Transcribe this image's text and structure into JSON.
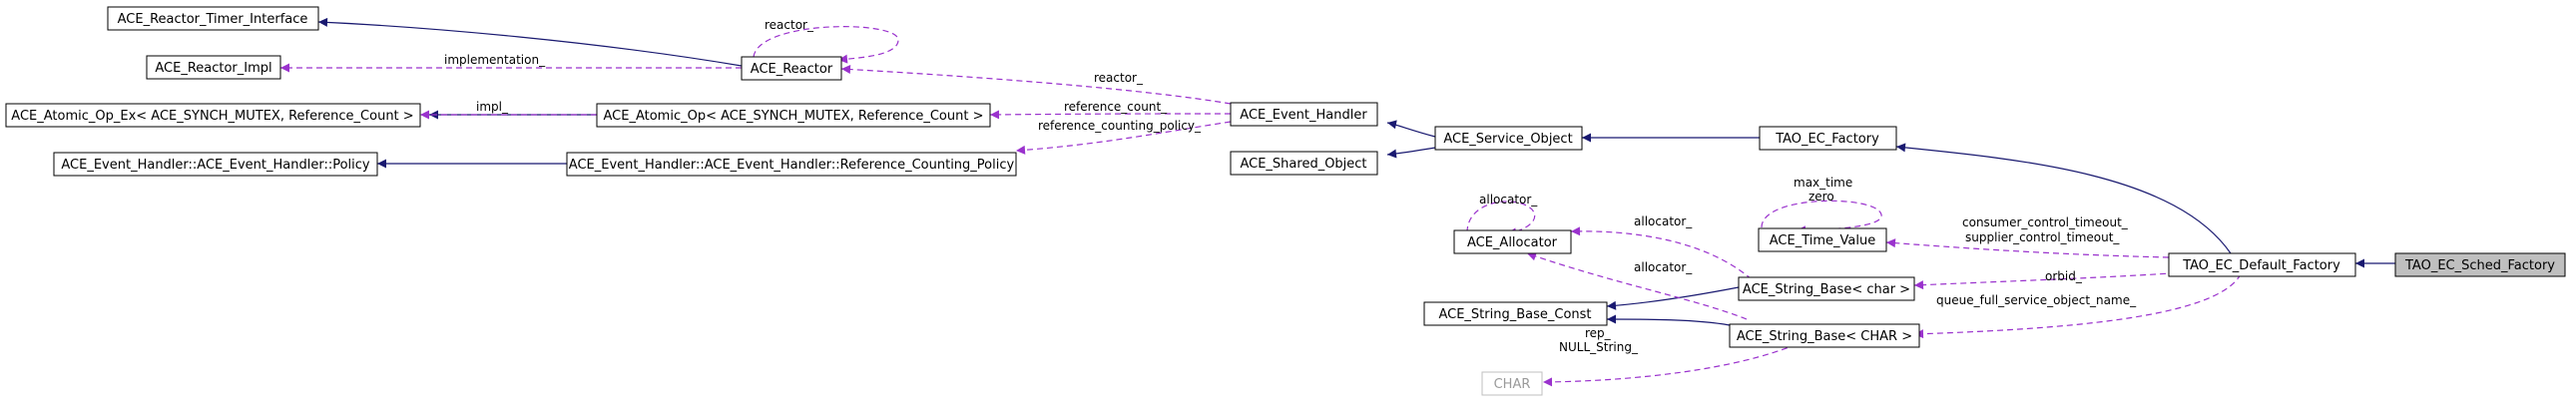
{
  "nodes": [
    {
      "id": "reactor_timer_interface",
      "label": "ACE_Reactor_Timer_Interface"
    },
    {
      "id": "reactor_impl",
      "label": "ACE_Reactor_Impl"
    },
    {
      "id": "reactor",
      "label": "ACE_Reactor"
    },
    {
      "id": "atomic_op_ex",
      "label": "ACE_Atomic_Op_Ex< ACE_SYNCH_MUTEX, Reference_Count >"
    },
    {
      "id": "atomic_op",
      "label": "ACE_Atomic_Op< ACE_SYNCH_MUTEX, Reference_Count >"
    },
    {
      "id": "event_handler_policy",
      "label": "ACE_Event_Handler::ACE_Event_Handler::Policy"
    },
    {
      "id": "ref_counting_policy",
      "label": "ACE_Event_Handler::ACE_Event_Handler::Reference_Counting_Policy"
    },
    {
      "id": "event_handler",
      "label": "ACE_Event_Handler"
    },
    {
      "id": "shared_object",
      "label": "ACE_Shared_Object"
    },
    {
      "id": "service_object",
      "label": "ACE_Service_Object"
    },
    {
      "id": "ec_factory",
      "label": "TAO_EC_Factory"
    },
    {
      "id": "allocator",
      "label": "ACE_Allocator"
    },
    {
      "id": "time_value",
      "label": "ACE_Time_Value"
    },
    {
      "id": "ec_default_factory",
      "label": "TAO_EC_Default_Factory"
    },
    {
      "id": "ec_sched_factory",
      "label": "TAO_EC_Sched_Factory"
    },
    {
      "id": "string_base_char",
      "label": "ACE_String_Base< char >"
    },
    {
      "id": "string_base_const",
      "label": "ACE_String_Base_Const"
    },
    {
      "id": "string_base_CHAR",
      "label": "ACE_String_Base< CHAR >"
    },
    {
      "id": "char_type",
      "label": "CHAR"
    }
  ],
  "edge_labels": {
    "reactor_self": "reactor_",
    "implementation": "implementation_",
    "reactor": "reactor_",
    "impl": "impl_",
    "reference_count": "reference_count_",
    "reference_counting_policy": "reference_counting_policy_",
    "allocator_self": "allocator_",
    "allocator_char": "allocator_",
    "allocator_CHAR": "allocator_",
    "max_time": "max_time",
    "zero": "zero",
    "consumer_control_timeout": "consumer_control_timeout_",
    "supplier_control_timeout": "supplier_control_timeout_",
    "orbid": "orbid_",
    "queue_full_service_object_name": "queue_full_service_object_name_",
    "rep": "rep_",
    "null_string": "NULL_String_"
  },
  "colors": {
    "inheritance_edge": "#191970",
    "usage_edge": "#9a32cd",
    "highlight_fill": "#bfbfbf",
    "muted_node_border": "#bfbfbf"
  }
}
